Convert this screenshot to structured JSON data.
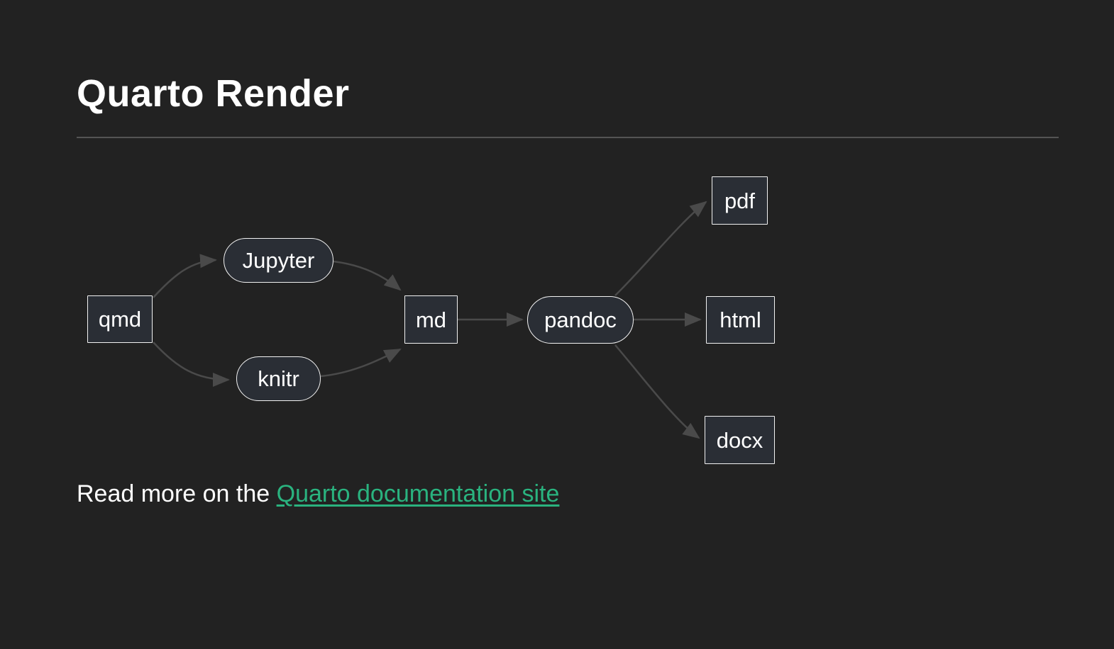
{
  "page": {
    "background_color": "#222222",
    "title": "Quarto Render"
  },
  "diagram": {
    "type": "flowchart-left-to-right",
    "nodes": [
      {
        "id": "qmd",
        "label": "qmd",
        "shape": "rect"
      },
      {
        "id": "jupyter",
        "label": "Jupyter",
        "shape": "stadium"
      },
      {
        "id": "knitr",
        "label": "knitr",
        "shape": "stadium"
      },
      {
        "id": "md",
        "label": "md",
        "shape": "rect"
      },
      {
        "id": "pandoc",
        "label": "pandoc",
        "shape": "stadium"
      },
      {
        "id": "pdf",
        "label": "pdf",
        "shape": "rect"
      },
      {
        "id": "html",
        "label": "html",
        "shape": "rect"
      },
      {
        "id": "docx",
        "label": "docx",
        "shape": "rect"
      }
    ],
    "edges": [
      {
        "from": "qmd",
        "to": "jupyter"
      },
      {
        "from": "qmd",
        "to": "knitr"
      },
      {
        "from": "jupyter",
        "to": "md"
      },
      {
        "from": "knitr",
        "to": "md"
      },
      {
        "from": "md",
        "to": "pandoc"
      },
      {
        "from": "pandoc",
        "to": "pdf"
      },
      {
        "from": "pandoc",
        "to": "html"
      },
      {
        "from": "pandoc",
        "to": "docx"
      }
    ],
    "colors": {
      "node_fill": "#2a2e35",
      "node_border": "#f2f2f2",
      "node_label": "#ffffff",
      "edge": "#4a4a4a"
    }
  },
  "footer": {
    "text_before_link": "Read more on the ",
    "link_label": "Quarto documentation site",
    "link_color": "#2ab37f"
  },
  "divider_color": "#545454"
}
